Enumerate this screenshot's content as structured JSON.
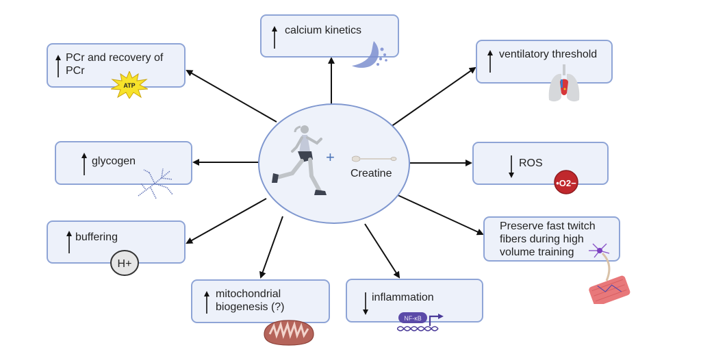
{
  "hub": {
    "left_label": "runner",
    "plus": "+",
    "right_label": "Creatine"
  },
  "effects": [
    {
      "id": "pcr",
      "direction": "up",
      "label": "PCr and recovery of\nPCr",
      "icon": "atp-starburst-icon",
      "icon_text": "ATP"
    },
    {
      "id": "calcium",
      "direction": "up",
      "label": "calcium kinetics",
      "icon": "sarcoplasmic-reticulum-icon"
    },
    {
      "id": "ventilatory",
      "direction": "up",
      "label": "ventilatory threshold",
      "icon": "lungs-heart-icon"
    },
    {
      "id": "glycogen",
      "direction": "up",
      "label": "glycogen",
      "icon": "glycogen-icon"
    },
    {
      "id": "ros",
      "direction": "down",
      "label": "ROS",
      "icon": "superoxide-icon",
      "icon_text": "•O2−"
    },
    {
      "id": "buffering",
      "direction": "up",
      "label": "buffering",
      "icon": "hydrogen-ion-icon",
      "icon_text": "H+"
    },
    {
      "id": "fast-twitch",
      "direction": "none",
      "label": "Preserve fast twitch\nfibers during high\nvolume training",
      "icon": "neuron-muscle-icon"
    },
    {
      "id": "mitochondrial",
      "direction": "up",
      "label": "mitochondrial\nbiogenesis (?)",
      "icon": "mitochondrion-icon"
    },
    {
      "id": "inflammation",
      "direction": "down",
      "label": "inflammation",
      "icon": "nfkb-dna-icon",
      "icon_text": "NF-κB"
    }
  ],
  "colors": {
    "box_fill": "#edf1fa",
    "box_border": "#8ea4d6",
    "arrow": "#111111",
    "ros_red": "#c0282d",
    "nfkb_purple": "#5b4aa8",
    "mito": "#b5645a"
  }
}
